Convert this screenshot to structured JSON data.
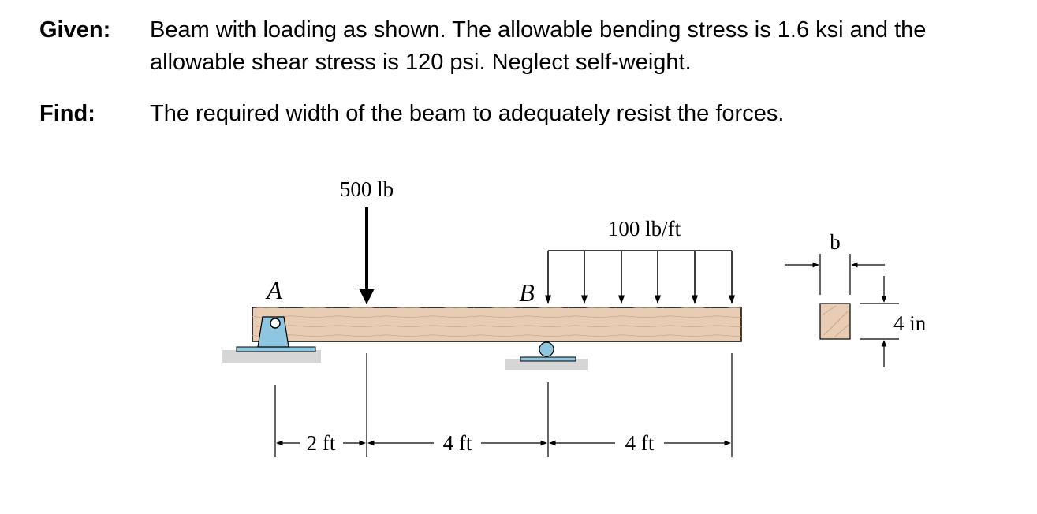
{
  "problem": {
    "given_label": "Given:",
    "given_line1": "Beam with loading as shown. The allowable bending stress is 1.6 ksi and the",
    "given_line2": "allowable shear stress is 120 psi. Neglect self-weight.",
    "find_label": "Find:",
    "find_text": "The required width of the beam to adequately resist the forces."
  },
  "diagram": {
    "point_load": "500 lb",
    "distributed_load": "100 lb/ft",
    "support_a": "A",
    "support_b": "B",
    "dim_1": "2 ft",
    "dim_2": "4 ft",
    "dim_3": "4 ft",
    "section_width": "b",
    "section_height": "4 in"
  },
  "colors": {
    "beam_wood": "#e8cdb4",
    "support_blue": "#8ec6df",
    "ground": "#cfcfcf"
  }
}
